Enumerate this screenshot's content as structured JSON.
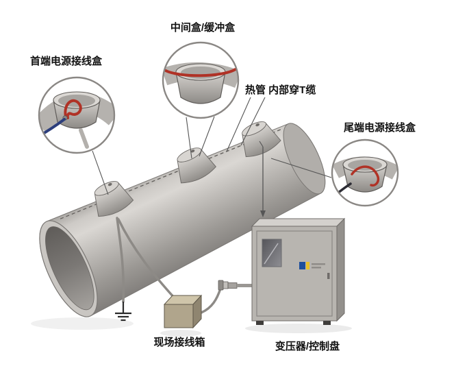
{
  "labels": {
    "middle_box_callout": "中间盒/缓冲盒",
    "head_box_callout": "首端电源接线盒",
    "tail_box_callout": "尾端电源接线盒",
    "pipe_cable_annotation": "热管 内部穿T缆",
    "field_junction_box": "现场接线箱",
    "transformer_panel": "变压器/控制盘"
  },
  "colors": {
    "pipe_gray": "#b5b2ae",
    "cable_red": "#b03226",
    "cable_blue": "#2c3e7c",
    "cabinet_gray": "#b8b5b0",
    "logo_blue": "#1f4f9c",
    "logo_yellow": "#e8c02a",
    "background": "#ffffff"
  }
}
